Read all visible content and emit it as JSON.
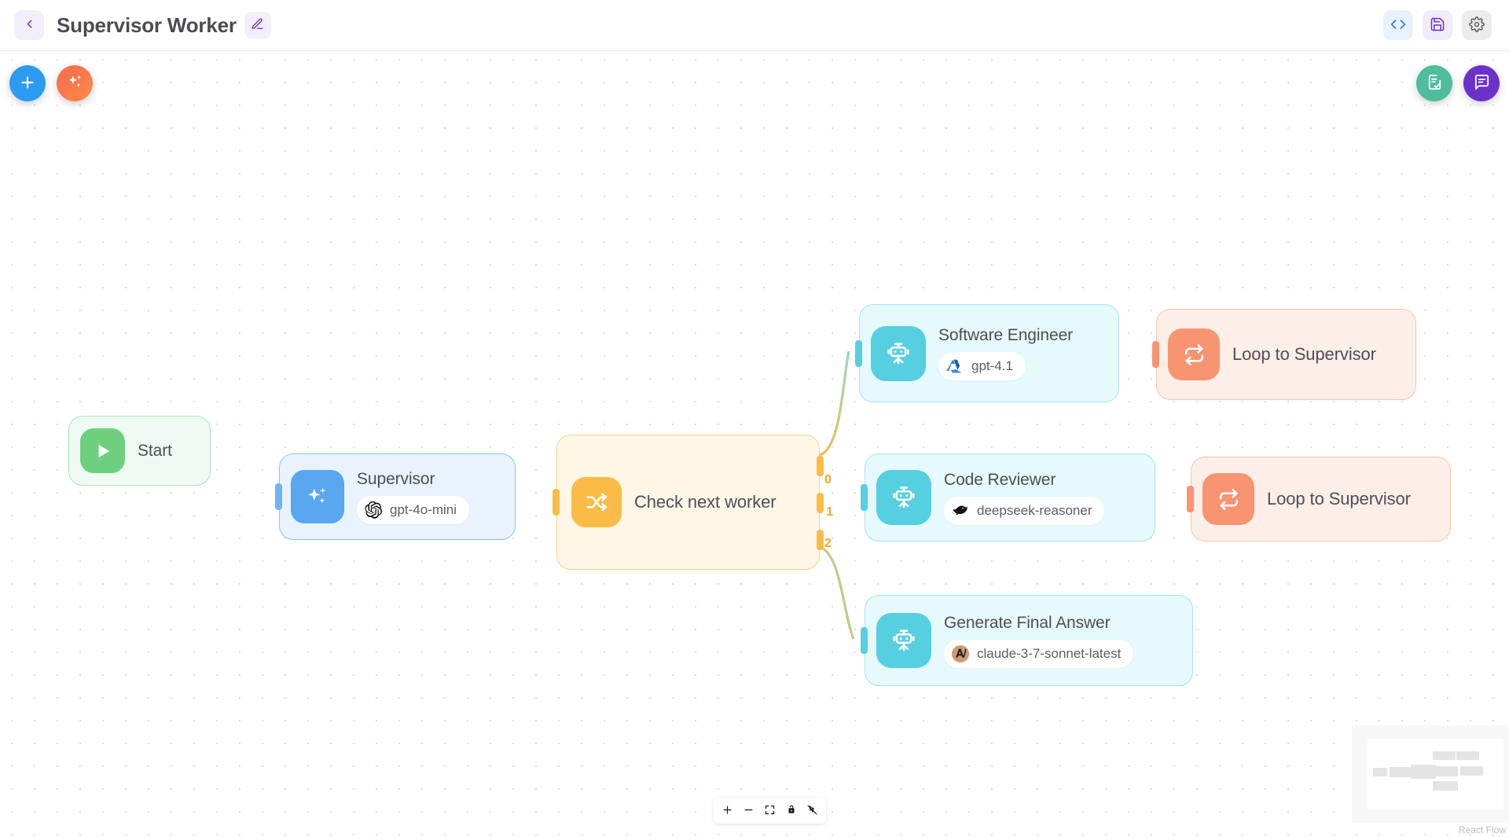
{
  "header": {
    "title": "Supervisor Worker",
    "back_icon": "chevron-left-icon",
    "edit_icon": "pencil-icon",
    "actions": [
      {
        "name": "code-view-button",
        "icon": "code-brackets-icon"
      },
      {
        "name": "save-button",
        "icon": "floppy-disk-icon"
      },
      {
        "name": "settings-button",
        "icon": "gear-icon"
      }
    ]
  },
  "canvas": {
    "fabs": [
      {
        "name": "add-node-button",
        "icon": "plus-icon"
      },
      {
        "name": "ai-generate-button",
        "icon": "sparkles-icon"
      },
      {
        "name": "validate-button",
        "icon": "clipboard-check-icon"
      },
      {
        "name": "chat-button",
        "icon": "chat-bubble-icon"
      }
    ],
    "nodes": [
      {
        "id": "start",
        "label": "Start",
        "icon": "play-icon",
        "model": null,
        "provider": null
      },
      {
        "id": "supervisor",
        "label": "Supervisor",
        "icon": "sparkles-icon",
        "model": "gpt-4o-mini",
        "provider": "openai"
      },
      {
        "id": "check-next-worker",
        "label": "Check next worker",
        "icon": "branch-split-icon",
        "model": null,
        "provider": null
      },
      {
        "id": "software-engineer",
        "label": "Software Engineer",
        "icon": "robot-icon",
        "model": "gpt-4.1",
        "provider": "azure"
      },
      {
        "id": "code-reviewer",
        "label": "Code Reviewer",
        "icon": "robot-icon",
        "model": "deepseek-reasoner",
        "provider": "deepseek"
      },
      {
        "id": "generate-final-answer",
        "label": "Generate Final Answer",
        "icon": "robot-icon",
        "model": "claude-3-7-sonnet-latest",
        "provider": "anthropic"
      },
      {
        "id": "loop-to-supervisor-1",
        "label": "Loop to Supervisor",
        "icon": "loop-repeat-icon",
        "model": null,
        "provider": null
      },
      {
        "id": "loop-to-supervisor-2",
        "label": "Loop to Supervisor",
        "icon": "loop-repeat-icon",
        "model": null,
        "provider": null
      }
    ],
    "branch_labels": [
      "0",
      "1",
      "2"
    ],
    "controls": [
      {
        "name": "zoom-in-button",
        "icon": "plus-icon"
      },
      {
        "name": "zoom-out-button",
        "icon": "minus-icon"
      },
      {
        "name": "fit-view-button",
        "icon": "fit-screen-icon"
      },
      {
        "name": "lock-button",
        "icon": "lock-icon"
      },
      {
        "name": "toggle-interactivity-button",
        "icon": "pointer-slash-icon"
      }
    ],
    "attribution": "React Flow"
  },
  "colors": {
    "accent_purple": "#6b32c9",
    "start_green": "#6ed07f",
    "supervisor_blue": "#58a7ef",
    "branch_amber": "#fbbc47",
    "agent_cyan": "#56cfe1",
    "loop_salmon": "#f99470",
    "edge_label": "#f5a623"
  }
}
